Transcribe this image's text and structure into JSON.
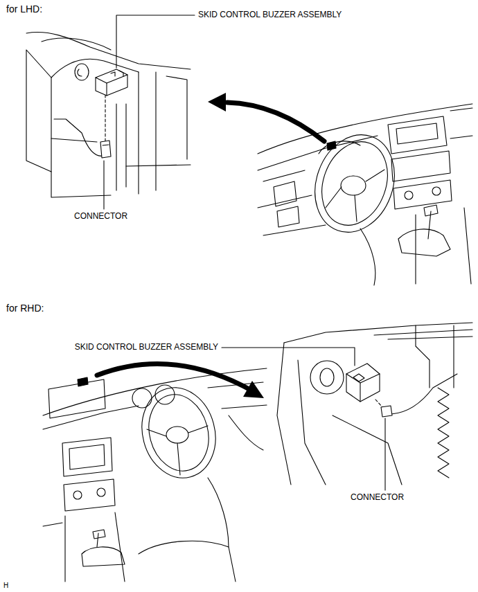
{
  "diagram": {
    "labels": [
      "for LHD:",
      "SKID CONTROL BUZZER ASSEMBLY",
      "CONNECTOR",
      "for RHD:",
      "SKID CONTROL BUZZER ASSEMBLY",
      "CONNECTOR",
      "H"
    ]
  }
}
